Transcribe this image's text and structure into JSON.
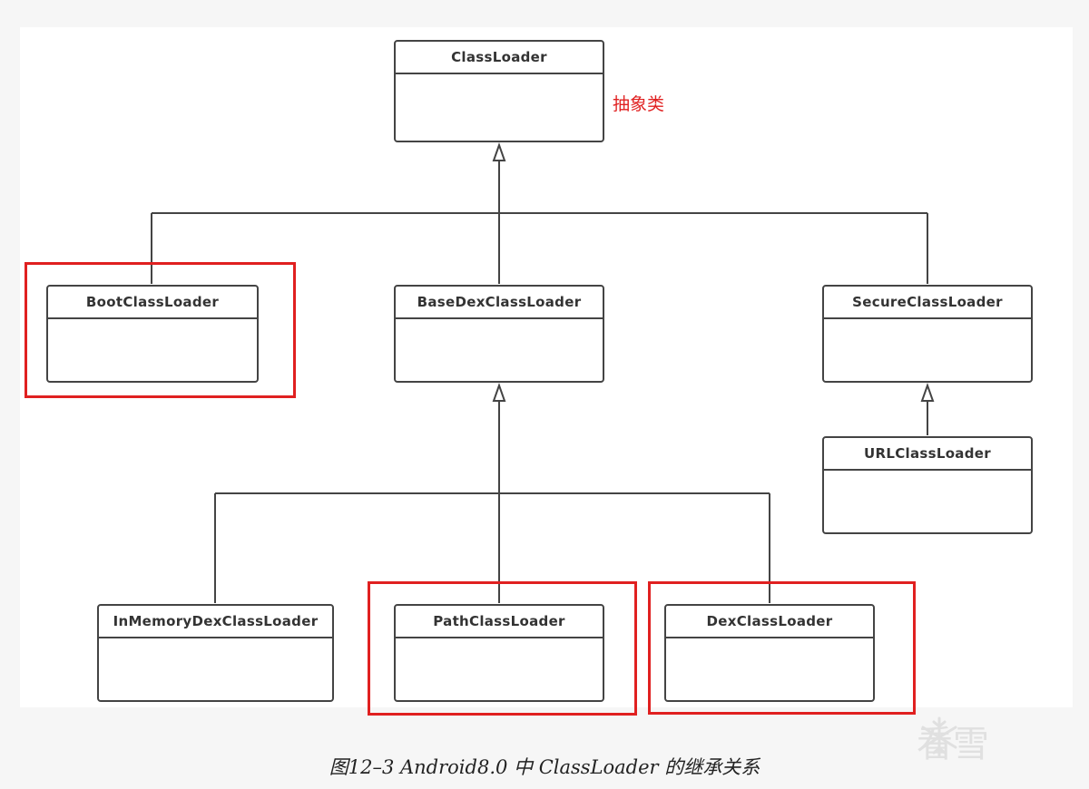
{
  "diagram": {
    "classes": {
      "classloader": "ClassLoader",
      "bootclassloader": "BootClassLoader",
      "basedexclassloader": "BaseDexClassLoader",
      "secureclassloader": "SecureClassLoader",
      "urlclassloader": "URLClassLoader",
      "inmemorydexclassloader": "InMemoryDexClassLoader",
      "pathclassloader": "PathClassLoader",
      "dexclassloader": "DexClassLoader"
    },
    "annotation": "抽象类",
    "caption": "图12–3 Android8.0 中 ClassLoader 的继承关系"
  },
  "watermark": {
    "text": "看雪",
    "icon": "snowflake-icon"
  },
  "colors": {
    "highlight": "#e02020",
    "line": "#444444"
  }
}
